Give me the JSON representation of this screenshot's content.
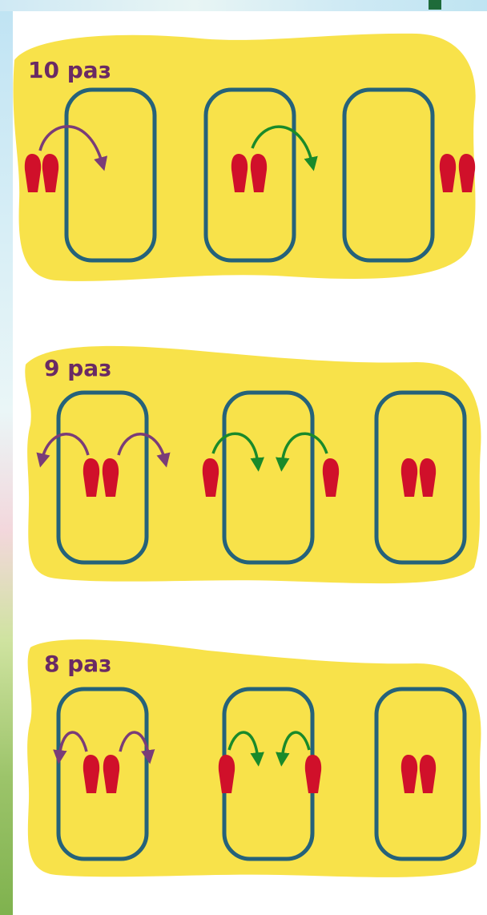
{
  "colors": {
    "blob": "#f8e24a",
    "track": "#25627a",
    "foot": "#d0102a",
    "arrow_purple": "#7a3c78",
    "arrow_green": "#1a8a2a",
    "label": "#6a2a64"
  },
  "panels": [
    {
      "label": "10 раз"
    },
    {
      "label": "9 раз"
    },
    {
      "label": "8 раз"
    }
  ]
}
